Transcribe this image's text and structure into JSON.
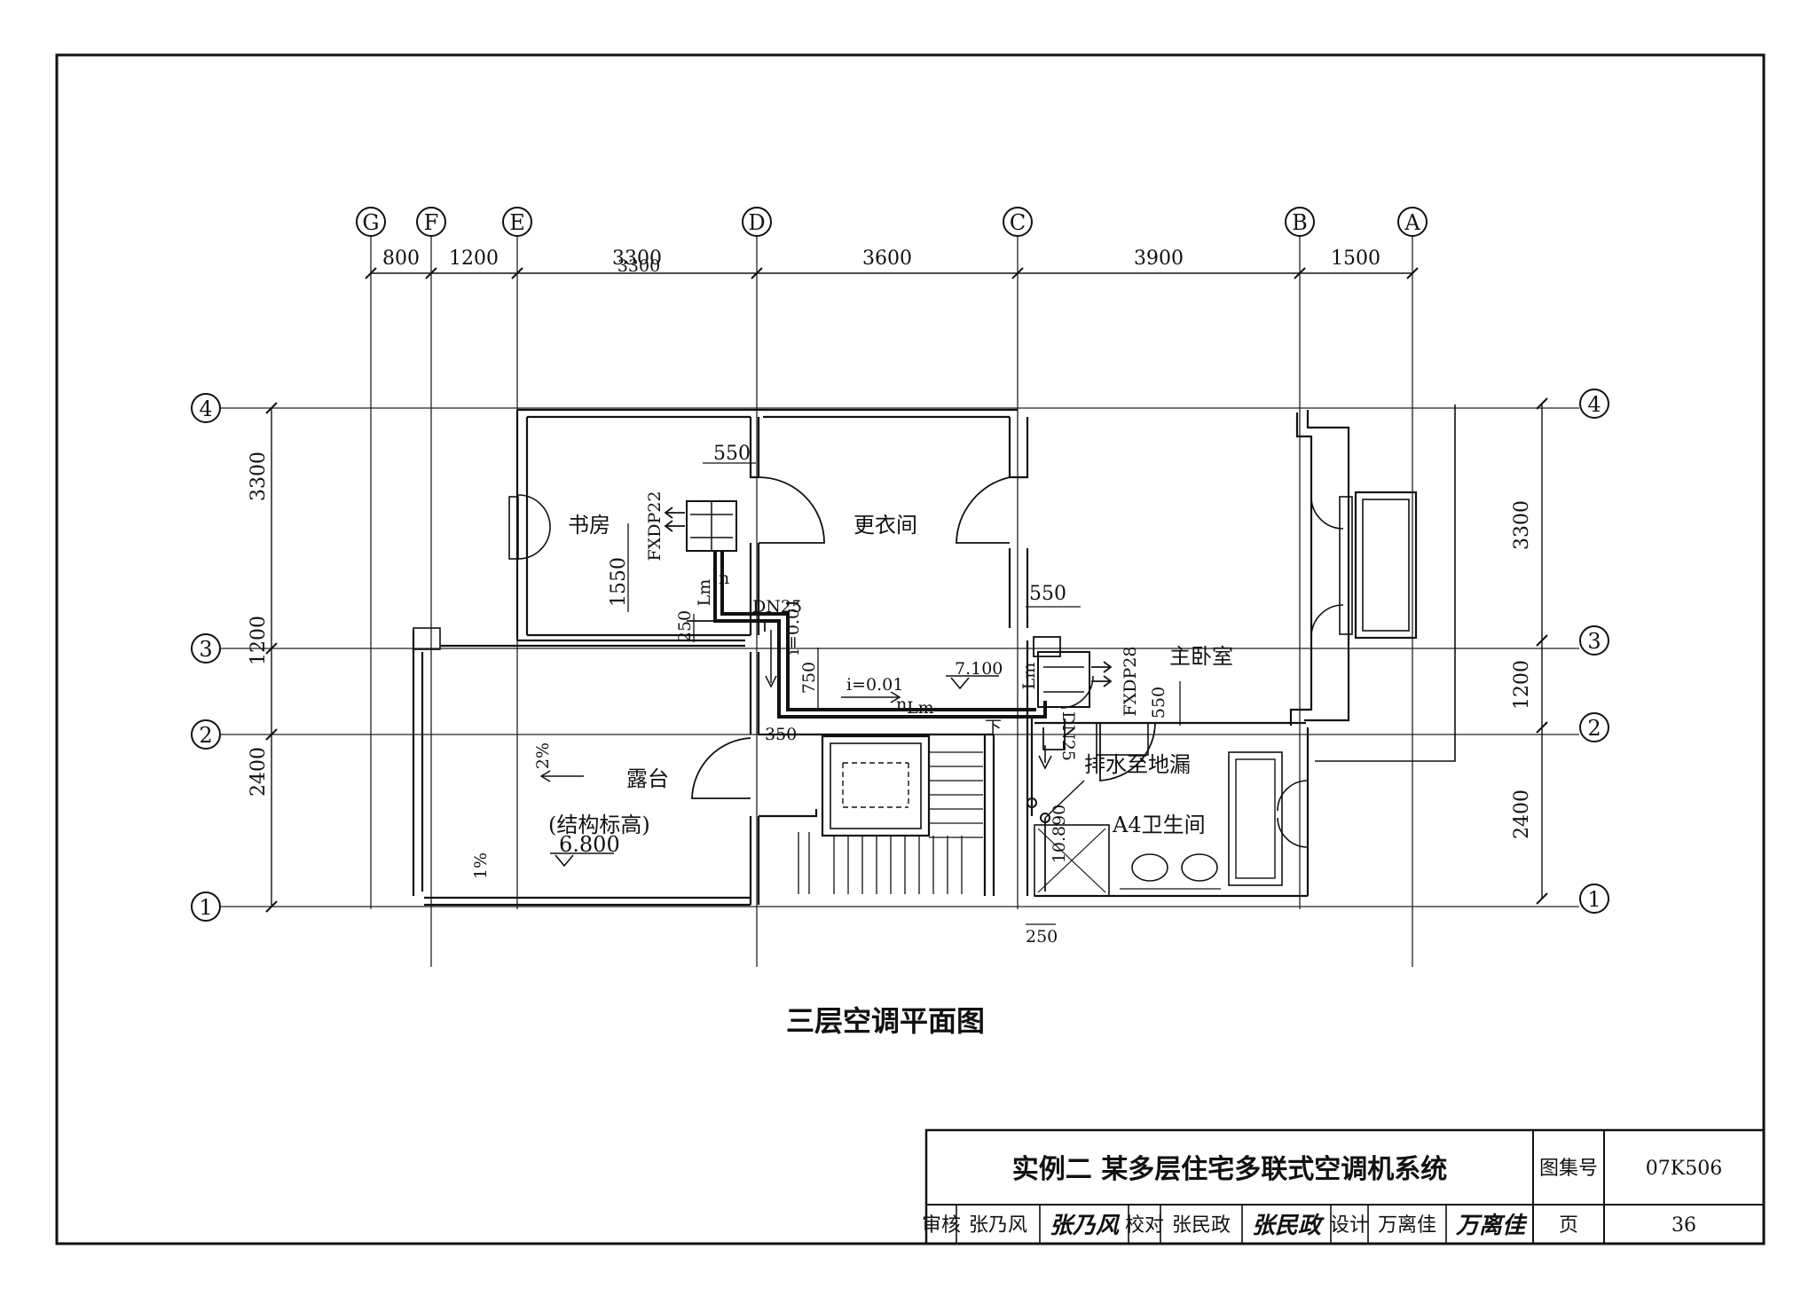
{
  "grid": {
    "columns": [
      "G",
      "F",
      "E",
      "D",
      "C",
      "B",
      "A"
    ],
    "rows": [
      "4",
      "3",
      "2",
      "1"
    ]
  },
  "dims_top": [
    "800",
    "1200",
    "3300",
    "3600",
    "3900",
    "1500"
  ],
  "dims_top_overprint": "3300",
  "dims_left": [
    "3300",
    "1200",
    "2400"
  ],
  "dims_right": [
    "3300",
    "1200",
    "2400"
  ],
  "rooms": {
    "study": "书房",
    "closet": "更衣间",
    "master": "主卧室",
    "terrace": "露台",
    "terrace_note": "(结构标高)",
    "terrace_level": "6.800",
    "bath": "A4卫生间"
  },
  "annotations": {
    "d550_a": "550",
    "d1550": "1550",
    "d250_a": "250",
    "d550_b": "550",
    "d750": "750",
    "d550_c": "550",
    "d350": "350",
    "d250_b": "250",
    "fxdp22": "FXDP22",
    "fxdp28": "FXDP28",
    "dn25_a": "DN25",
    "dn25_b": "DN25",
    "slope_a": "i=0.01",
    "slope_b": "i=0.01",
    "level_7100": "7.100",
    "level_10890": "10.890",
    "lm_a": "Lm",
    "lm_b": "Lm",
    "lm_c": "Lm",
    "n_a": "n",
    "n_b": "n",
    "down": "下",
    "drain": "排水至地漏",
    "slope2": "2%",
    "slope1": "1%"
  },
  "plan_title": "三层空调平面图",
  "title_block": {
    "title": "实例二  某多层住宅多联式空调机系统",
    "atlas_label": "图集号",
    "atlas_no": "07K506",
    "page_label": "页",
    "page_no": "36",
    "review_label": "审核",
    "reviewer": "张乃风",
    "reviewer_sig": "张乃风",
    "check_label": "校对",
    "checker": "张民政",
    "checker_sig": "张民政",
    "design_label": "设计",
    "designer": "万离佳",
    "designer_sig": "万离佳"
  }
}
